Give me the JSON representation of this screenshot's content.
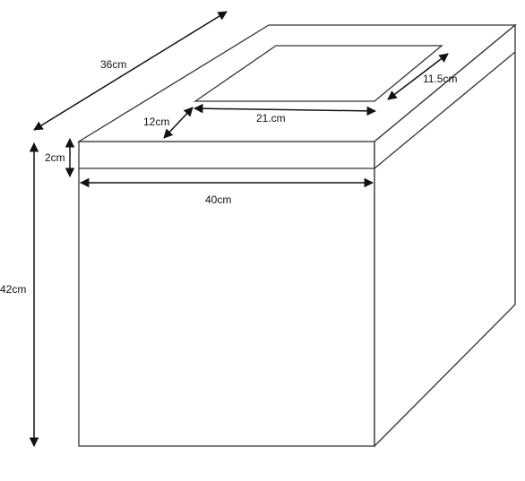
{
  "figure": {
    "labels": {
      "depth": "36cm",
      "lid_height": "2cm",
      "height": "42cm",
      "width": "40cm",
      "opening_length": "21.cm",
      "opening_offset": "12cm",
      "opening_width": "11.5cm"
    }
  }
}
